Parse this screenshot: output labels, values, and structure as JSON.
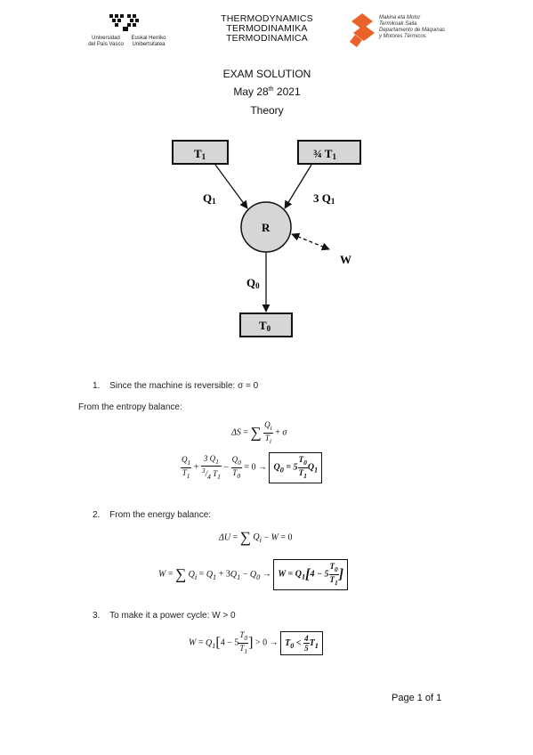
{
  "header": {
    "upv_line1": "Universidad",
    "upv_line2": "del País Vasco",
    "ehu_line1": "Euskal Herriko",
    "ehu_line2": "Unibertsitatea",
    "course_lines": [
      "THERMODYNAMICS",
      "TERMODINAMIKA",
      "TERMODINAMICA"
    ],
    "dept_lines": [
      "Makina eta Motor",
      "Termikoak Saila",
      "Departamento de Máquinas",
      "y Motores Térmicos"
    ]
  },
  "title": {
    "line1": "EXAM SOLUTION",
    "date_day": "May 28",
    "date_sup": "th",
    "date_year": "2021",
    "line3": "Theory"
  },
  "diagram": {
    "box_t1_main": "T",
    "box_t1_sub": "1",
    "box_t34_main": "¾ T",
    "box_t34_sub": "1",
    "circle": "R",
    "q1_main": "Q",
    "q1_sub": "1",
    "q3_main": "3 Q",
    "q3_sub": "1",
    "w": "W",
    "q0_main": "Q",
    "q0_sub": "0",
    "box_t0_main": "T",
    "box_t0_sub": "0"
  },
  "items": {
    "i1_num": "1.",
    "i1_text": "Since the machine is reversible: σ = 0",
    "entropy_intro": "From the entropy balance:",
    "i2_num": "2.",
    "i2_text": "From the energy balance:",
    "i3_num": "3.",
    "i3_text": "To make it a power cycle: W > 0"
  },
  "footer": {
    "page": "Page 1 of 1"
  }
}
